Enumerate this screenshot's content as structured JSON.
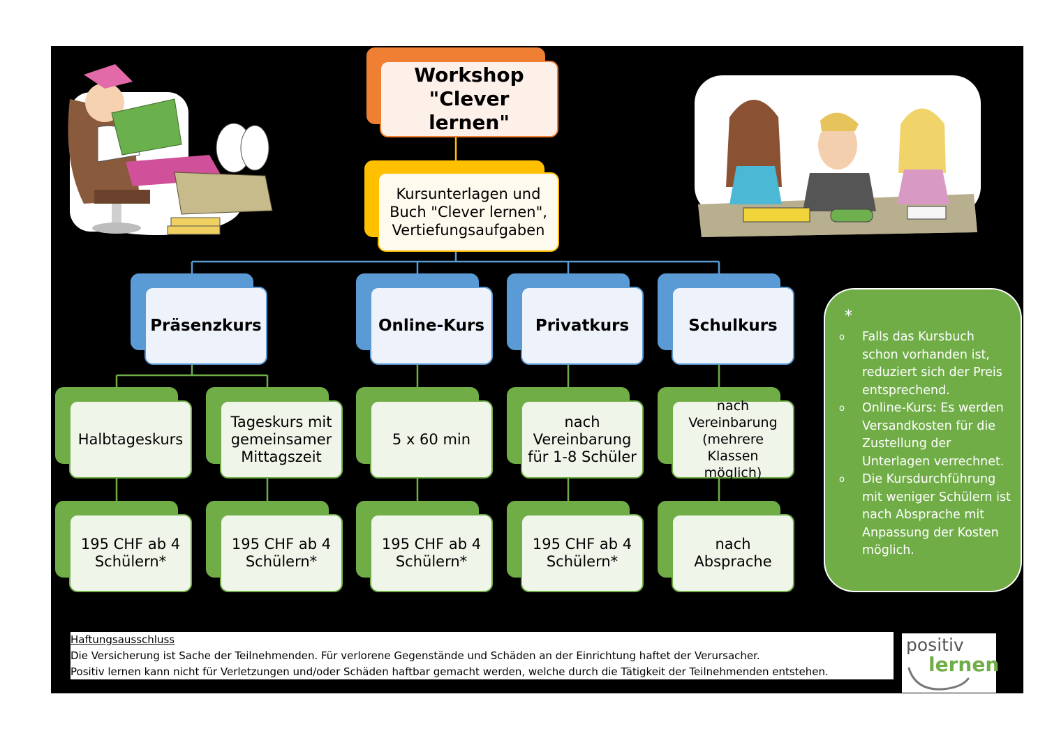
{
  "title": "Workshop \"Clever lernen\"",
  "materials": "Kursunterlagen und Buch \"Clever lernen\", Vertiefungsaufgaben",
  "courses": [
    {
      "name": "Präsenzkurs"
    },
    {
      "name": "Online-Kurs"
    },
    {
      "name": "Privatkurs"
    },
    {
      "name": "Schulkurs"
    }
  ],
  "formats": [
    "Halbtageskurs",
    "Tageskurs mit gemeinsamer Mittagszeit",
    "5 x 60 min",
    "nach Vereinbarung für 1-8 Schüler",
    "nach Vereinbarung (mehrere Klassen möglich)"
  ],
  "prices": [
    "195 CHF ab 4 Schülern*",
    "195 CHF ab 4 Schülern*",
    "195 CHF ab 4 Schülern*",
    "195 CHF ab 4 Schülern*",
    "nach Absprache"
  ],
  "notes": {
    "marker": "*",
    "bullet": "o",
    "items": [
      "Falls das Kursbuch schon vorhanden ist, reduziert sich der Preis entsprechend.",
      "Online-Kurs: Es werden Versandkosten für die Zustellung der Unterlagen verrechnet.",
      "Die Kursdurchführung mit weniger Schülern ist nach Absprache mit Anpassung der Kosten möglich."
    ]
  },
  "footer": {
    "heading": "Haftungsausschluss",
    "line1": "Die Versicherung ist Sache der Teilnehmenden. Für verlorene Gegenstände und Schäden an der Einrichtung haftet der Verursacher.",
    "line2": "Positiv lernen kann nicht für Verletzungen und/oder Schäden haftbar gemacht werden, welche durch die Tätigkeit der Teilnehmenden entstehen."
  },
  "logo": {
    "word1": "positiv",
    "word2": "lernen"
  },
  "colors": {
    "title": "#ef7f32",
    "materials": "#ffc000",
    "courses": "#5b9bd5",
    "leaves": "#70ad47",
    "notes": "#70ad47"
  }
}
